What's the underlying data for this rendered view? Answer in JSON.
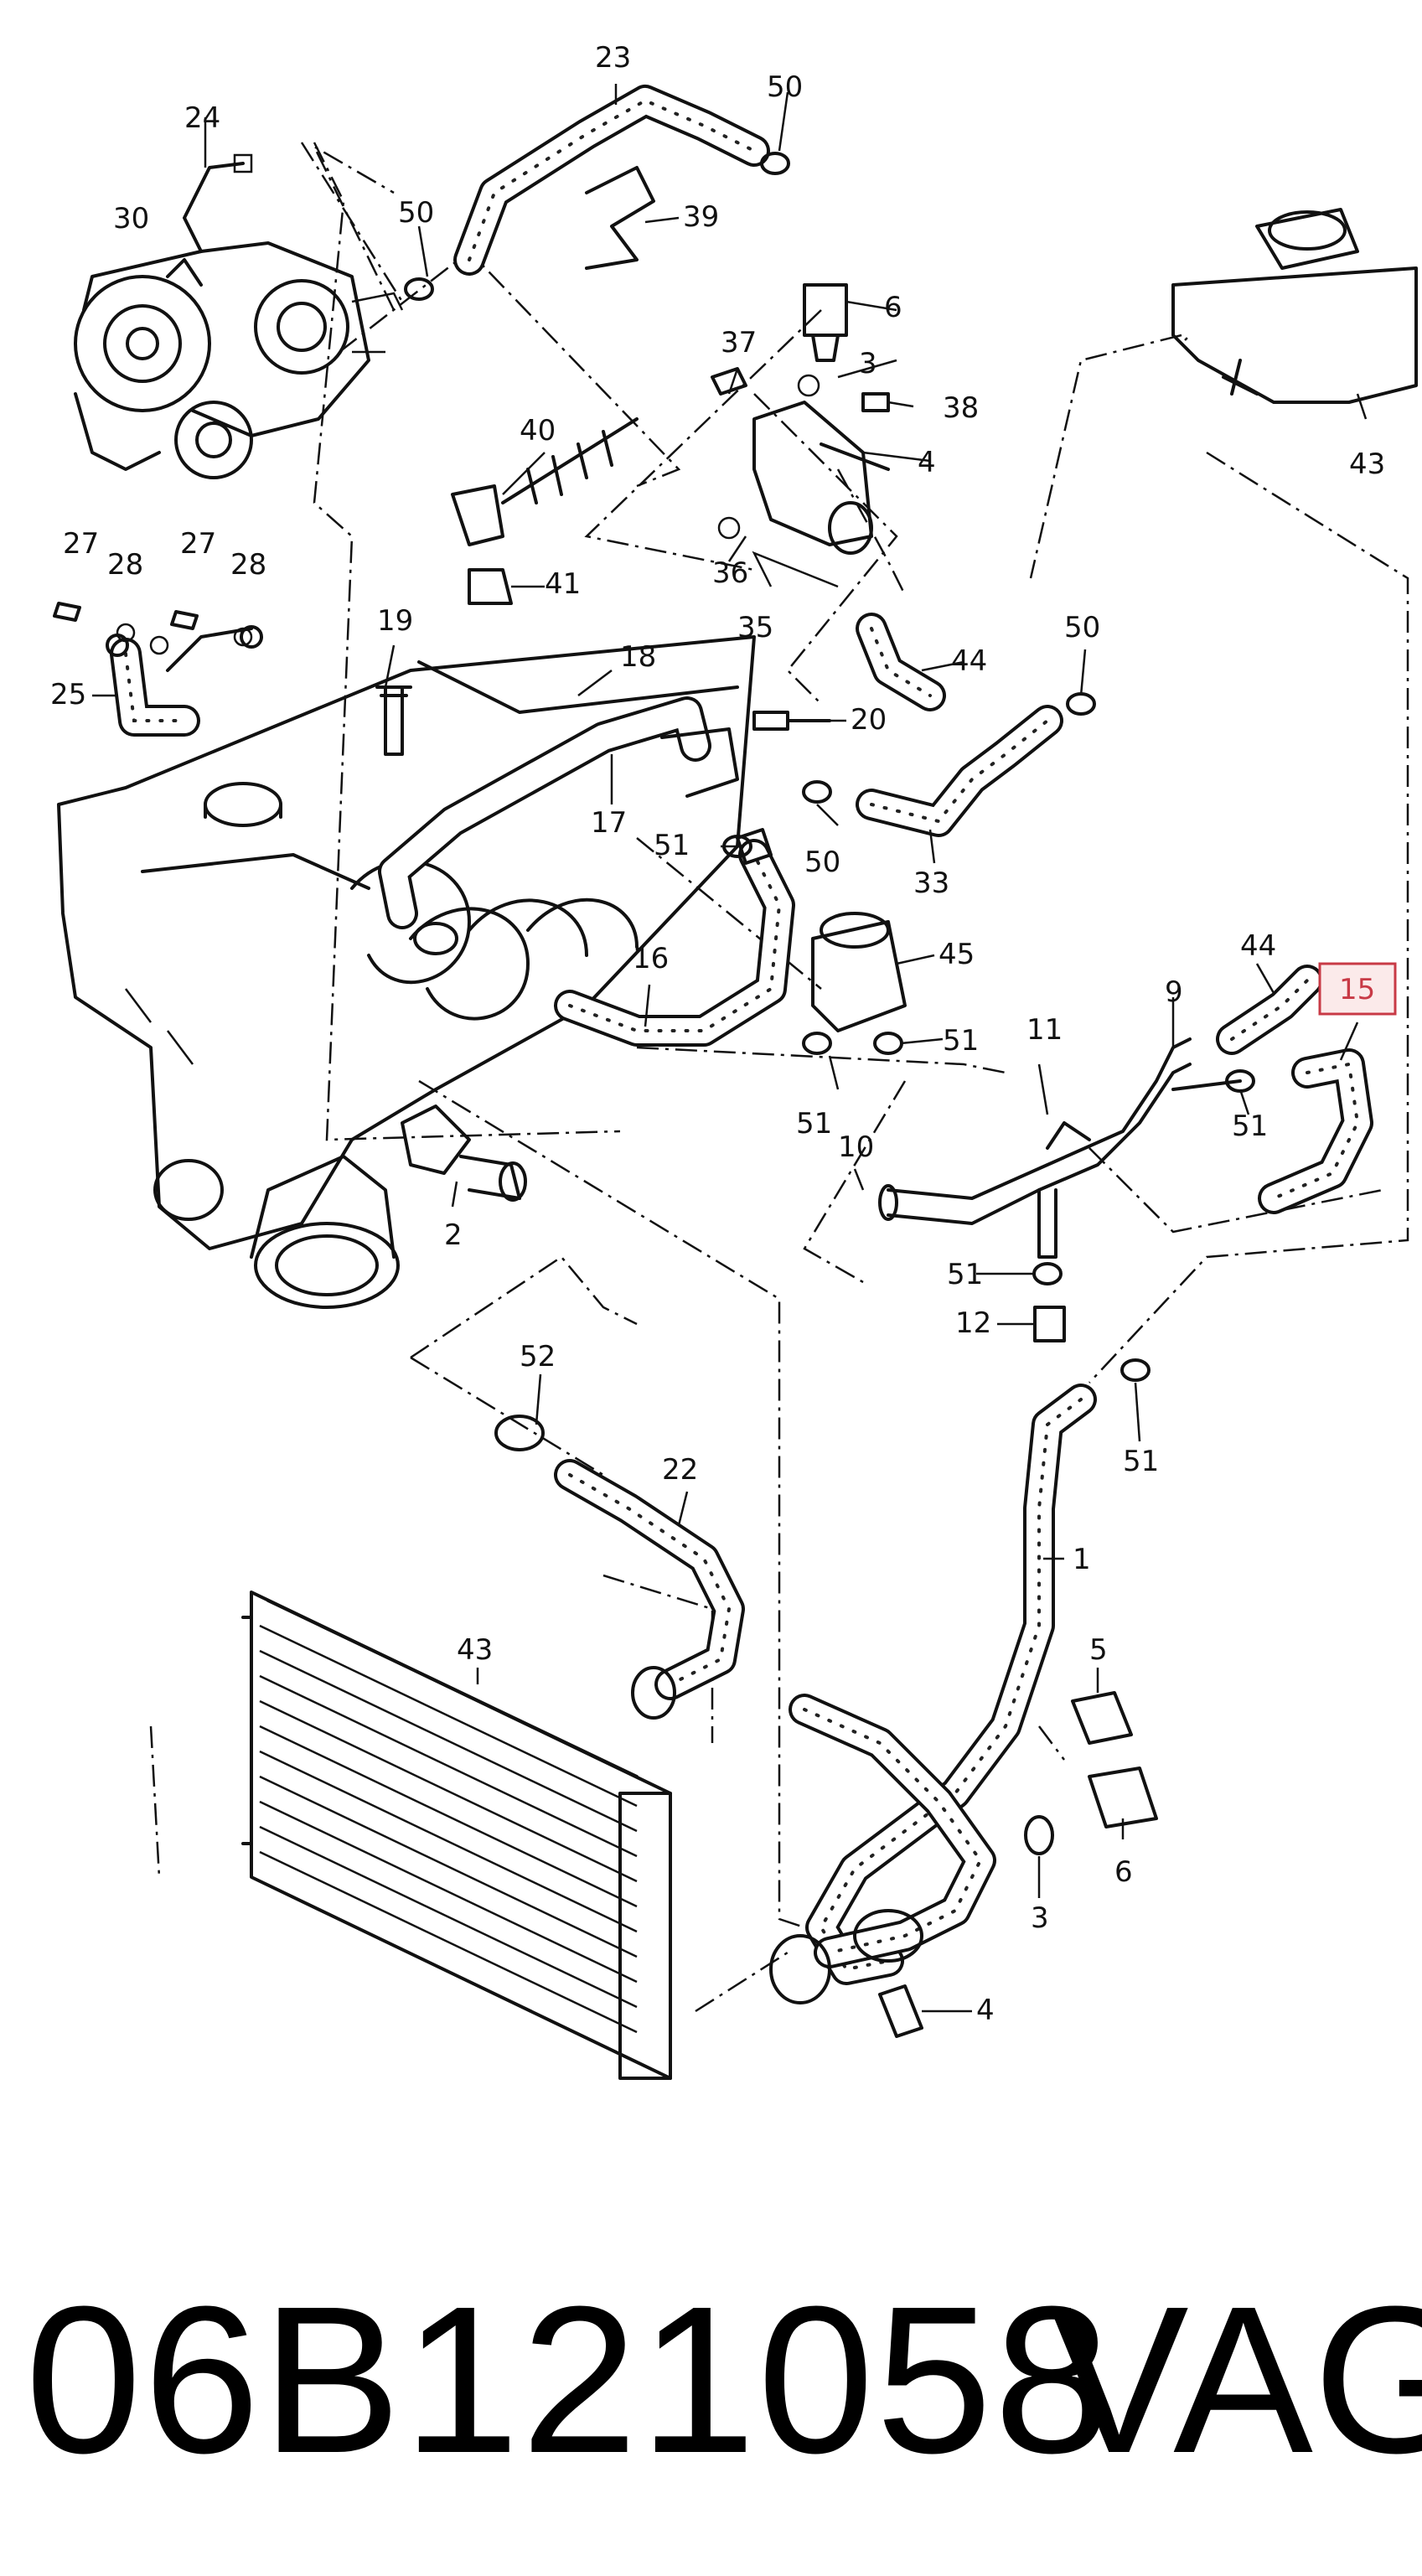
{
  "diagram": {
    "labels": {
      "l1": "1",
      "l2": "2",
      "l3a": "3",
      "l3b": "3",
      "l4a": "4",
      "l4b": "4",
      "l5": "5",
      "l6a": "6",
      "l6b": "6",
      "l9": "9",
      "l10": "10",
      "l11": "11",
      "l12": "12",
      "l15": "15",
      "l16": "16",
      "l17": "17",
      "l18": "18",
      "l19": "19",
      "l20": "20",
      "l22": "22",
      "l23": "23",
      "l24": "24",
      "l25": "25",
      "l27a": "27",
      "l27b": "27",
      "l28a": "28",
      "l28b": "28",
      "l30": "30",
      "l33": "33",
      "l35": "35",
      "l36": "36",
      "l37": "37",
      "l38": "38",
      "l39": "39",
      "l40": "40",
      "l41": "41",
      "l43a": "43",
      "l43b": "43",
      "l44a": "44",
      "l44b": "44",
      "l45": "45",
      "l50a": "50",
      "l50b": "50",
      "l50c": "50",
      "l50d": "50",
      "l51a": "51",
      "l51b": "51",
      "l51c": "51",
      "l51d": "51",
      "l51e": "51",
      "l51f": "51",
      "l52": "52"
    },
    "highlight_color": "#c83a46"
  },
  "footer": {
    "part_number": "06B121058",
    "brand": "VAG"
  }
}
